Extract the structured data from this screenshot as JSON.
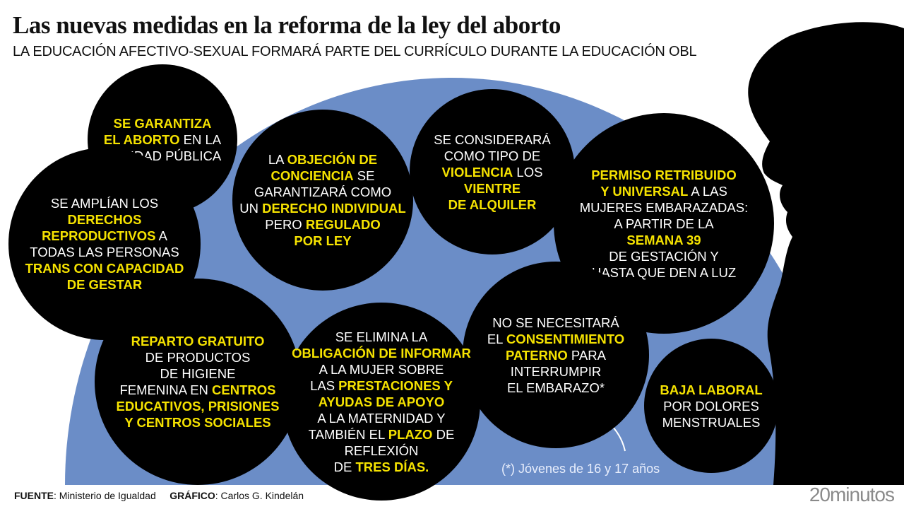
{
  "header": {
    "title": "Las nuevas medidas en la reforma de la ley del aborto",
    "subtitle_a": "LA EDUCACIÓN AFECTIVO-SEXUAL FORMARÁ PARTE DEL CURRÍCULO DURANTE LA EDUCACIÓN OBL",
    "subtitle_b": "IGATORIA"
  },
  "colors": {
    "dome": "#6b8dc7",
    "circle": "#000000",
    "highlight": "#f5e200",
    "silhouette": "#000000"
  },
  "measures": [
    {
      "lines": [
        [
          {
            "t": "SE GARANTIZA",
            "hl": true
          }
        ],
        [
          {
            "t": "EL ABORTO",
            "hl": true
          },
          {
            "t": " EN LA"
          }
        ],
        [
          {
            "t": "SANIDAD PÚBLICA"
          }
        ]
      ]
    },
    {
      "lines": [
        [
          {
            "t": "SE AMPLÍAN LOS"
          }
        ],
        [
          {
            "t": "DERECHOS",
            "hl": true
          }
        ],
        [
          {
            "t": "REPRODUCTIVOS",
            "hl": true
          },
          {
            "t": " A"
          }
        ],
        [
          {
            "t": "TODAS LAS PERSONAS"
          }
        ],
        [
          {
            "t": "TRANS CON CAPACIDAD",
            "hl": true
          }
        ],
        [
          {
            "t": "DE GESTAR",
            "hl": true
          }
        ]
      ]
    },
    {
      "lines": [
        [
          {
            "t": "LA "
          },
          {
            "t": "OBJECIÓN DE",
            "hl": true
          }
        ],
        [
          {
            "t": "CONCIENCIA",
            "hl": true
          },
          {
            "t": " SE"
          }
        ],
        [
          {
            "t": "GARANTIZARÁ COMO"
          }
        ],
        [
          {
            "t": "UN "
          },
          {
            "t": "DERECHO INDIVIDUAL",
            "hl": true
          }
        ],
        [
          {
            "t": "PERO "
          },
          {
            "t": "REGULADO",
            "hl": true
          }
        ],
        [
          {
            "t": "POR LEY",
            "hl": true
          }
        ]
      ]
    },
    {
      "lines": [
        [
          {
            "t": "SE CONSIDERARÁ"
          }
        ],
        [
          {
            "t": "COMO TIPO DE"
          }
        ],
        [
          {
            "t": "VIOLENCIA",
            "hl": true
          },
          {
            "t": " LOS"
          }
        ],
        [
          {
            "t": "VIENTRE",
            "hl": true
          }
        ],
        [
          {
            "t": "DE ALQUILER",
            "hl": true
          }
        ]
      ]
    },
    {
      "lines": [
        [
          {
            "t": "PERMISO RETRIBUIDO",
            "hl": true
          }
        ],
        [
          {
            "t": "Y UNIVERSAL",
            "hl": true
          },
          {
            "t": " A LAS"
          }
        ],
        [
          {
            "t": "MUJERES EMBARAZADAS:"
          }
        ],
        [
          {
            "t": "A PARTIR DE LA"
          }
        ],
        [
          {
            "t": "SEMANA 39",
            "hl": true
          }
        ],
        [
          {
            "t": "DE GESTACIÓN Y"
          }
        ],
        [
          {
            "t": "HASTA QUE DEN A LUZ"
          }
        ]
      ]
    },
    {
      "lines": [
        [
          {
            "t": "REPARTO GRATUITO",
            "hl": true
          }
        ],
        [
          {
            "t": "DE PRODUCTOS"
          }
        ],
        [
          {
            "t": "DE HIGIENE"
          }
        ],
        [
          {
            "t": "FEMENINA EN "
          },
          {
            "t": "CENTROS",
            "hl": true
          }
        ],
        [
          {
            "t": "EDUCATIVOS, PRISIONES",
            "hl": true
          }
        ],
        [
          {
            "t": "Y CENTROS SOCIALES",
            "hl": true
          }
        ]
      ]
    },
    {
      "lines": [
        [
          {
            "t": "SE ELIMINA LA"
          }
        ],
        [
          {
            "t": "OBLIGACIÓN DE INFORMAR",
            "hl": true
          }
        ],
        [
          {
            "t": "A LA MUJER SOBRE"
          }
        ],
        [
          {
            "t": "LAS "
          },
          {
            "t": "PRESTACIONES Y",
            "hl": true
          }
        ],
        [
          {
            "t": "AYUDAS DE APOYO",
            "hl": true
          }
        ],
        [
          {
            "t": "A LA MATERNIDAD Y"
          }
        ],
        [
          {
            "t": "TAMBIÉN EL "
          },
          {
            "t": "PLAZO",
            "hl": true
          },
          {
            "t": " DE"
          }
        ],
        [
          {
            "t": "REFLEXIÓN"
          }
        ],
        [
          {
            "t": "DE "
          },
          {
            "t": "TRES DÍAS.",
            "hl": true
          }
        ]
      ]
    },
    {
      "lines": [
        [
          {
            "t": "NO SE NECESITARÁ"
          }
        ],
        [
          {
            "t": "EL "
          },
          {
            "t": "CONSENTIMIENTO",
            "hl": true
          }
        ],
        [
          {
            "t": "PATERNO",
            "hl": true
          },
          {
            "t": " PARA"
          }
        ],
        [
          {
            "t": "INTERRUMPIR"
          }
        ],
        [
          {
            "t": "EL EMBARAZO*"
          }
        ]
      ]
    },
    {
      "lines": [
        [
          {
            "t": "BAJA LABORAL",
            "hl": true
          }
        ],
        [
          {
            "t": "POR DOLORES"
          }
        ],
        [
          {
            "t": "MENSTRUALES"
          }
        ]
      ]
    }
  ],
  "note": "(*) Jóvenes de 16 y 17 años",
  "footer": {
    "source_label": "FUENTE",
    "source": ": Ministerio de Igualdad",
    "graphic_label": "GRÁFICO",
    "graphic": ": Carlos G. Kindelán"
  },
  "logo": "20minutos"
}
